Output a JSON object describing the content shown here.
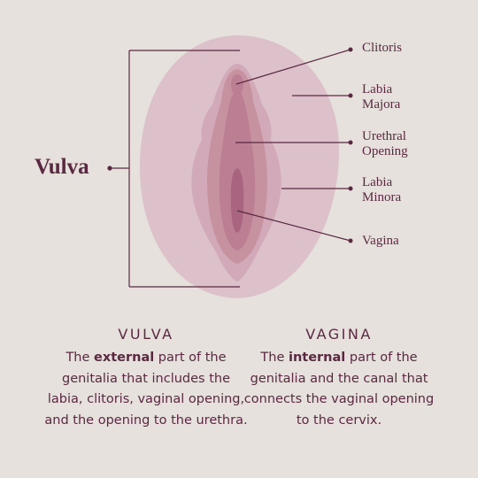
{
  "diagram": {
    "main_label": "Vulva",
    "labels": {
      "clitoris": "Clitoris",
      "labia_majora": [
        "Labia",
        "Majora"
      ],
      "urethral_opening": [
        "Urethral",
        "Opening"
      ],
      "labia_minora": [
        "Labia",
        "Minora"
      ],
      "vagina": "Vagina"
    },
    "colors": {
      "outer": "#dcc1ca",
      "majora": "#d1a9b9",
      "minora": "#c7929f",
      "inner": "#bb7e93",
      "canal": "#a65f7b",
      "text": "#5b2842",
      "background": "#e6e1dd"
    }
  },
  "definitions": {
    "vulva": {
      "heading": "VULVA",
      "before": "The ",
      "emphasis": "external",
      "after": " part of the genitalia that includes the labia, clitoris, vaginal opening, and the opening to the urethra."
    },
    "vagina": {
      "heading": "VAGINA",
      "before": "The ",
      "emphasis": "internal",
      "after": " part of the genitalia and the canal that connects the vaginal opening to the cervix."
    }
  }
}
